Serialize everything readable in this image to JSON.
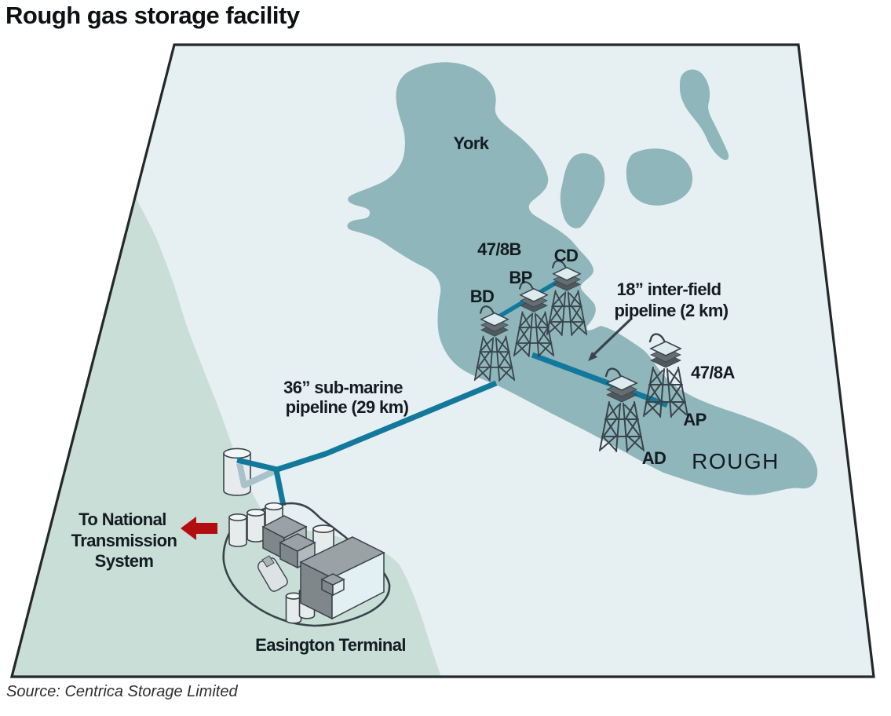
{
  "page": {
    "title": "Rough gas storage facility",
    "source": "Source: Centrica Storage Limited"
  },
  "map": {
    "fields": {
      "york_label": "York",
      "rough_label": "ROUGH"
    },
    "block_labels": {
      "b478b": "47/8B",
      "b478a": "47/8A"
    },
    "platforms": [
      {
        "label": "BD"
      },
      {
        "label": "BP"
      },
      {
        "label": "CD"
      },
      {
        "label": "AD"
      },
      {
        "label": "AP"
      }
    ],
    "pipelines": {
      "submarine_line1": "36” sub-marine",
      "submarine_line2": "pipeline (29 km)",
      "interfield_line1": "18” inter-field",
      "interfield_line2": "pipeline (2 km)"
    },
    "terminal_label": "Easington Terminal",
    "nts": {
      "line1": "To National",
      "line2": "Transmission",
      "line3": "System"
    }
  },
  "colors": {
    "sea": "#e6eff2",
    "land": "#c9ded7",
    "field": "#8fb6ba",
    "pipeline": "#12799c",
    "pipeline_light": "#a9c2ca",
    "arrow_red": "#b20d11",
    "ink": "#39434a",
    "text": "#141c22",
    "border": "#23282b"
  }
}
